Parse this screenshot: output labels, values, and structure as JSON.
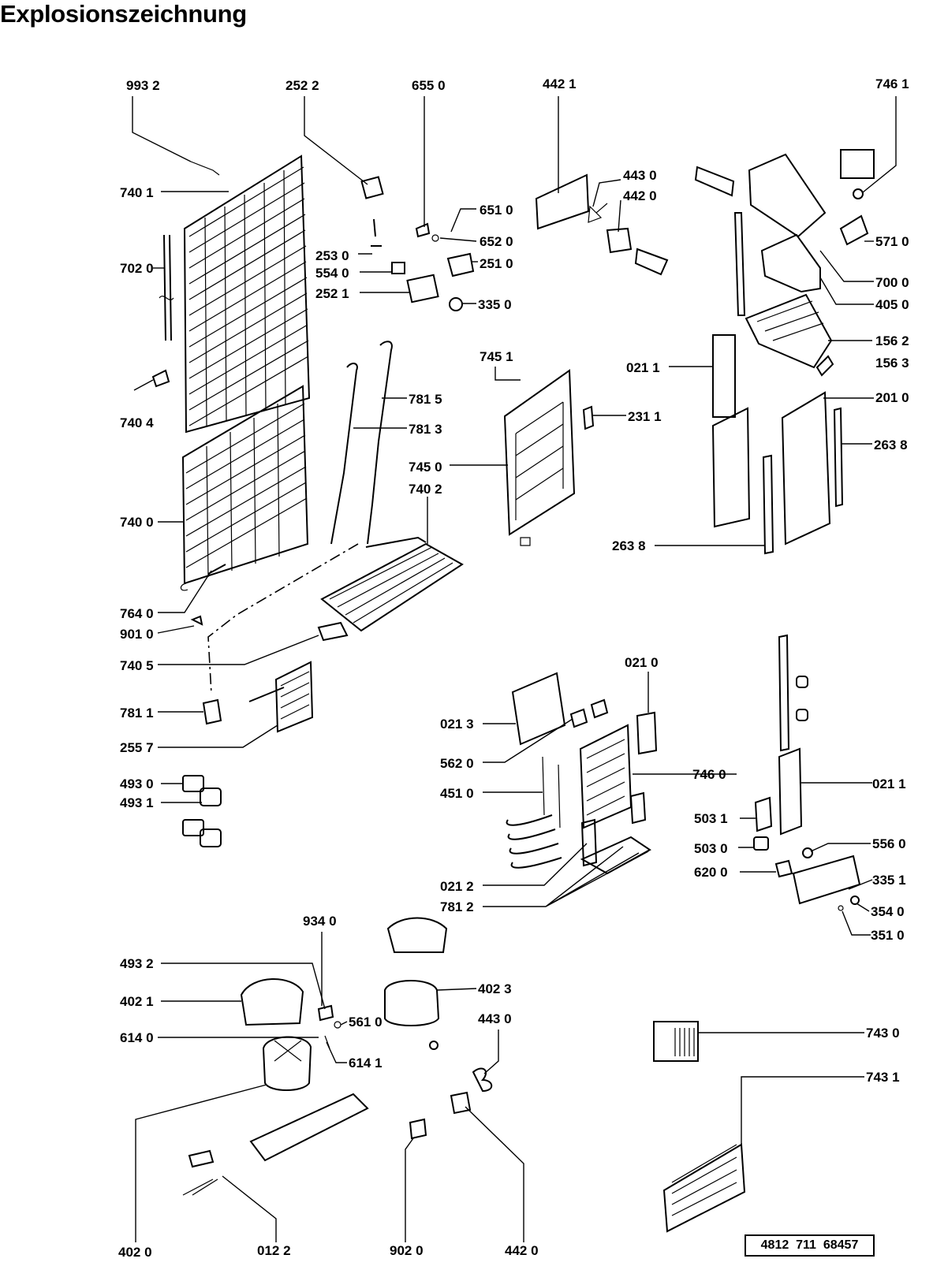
{
  "title": "Explosionszeichnung",
  "document_number": "4812  711  68457",
  "labels": [
    {
      "id": "9932",
      "text": "993 2"
    },
    {
      "id": "2522",
      "text": "252  2"
    },
    {
      "id": "6550",
      "text": "655  0"
    },
    {
      "id": "4421",
      "text": "442 1"
    },
    {
      "id": "7461",
      "text": "746 1"
    },
    {
      "id": "7401",
      "text": "740 1"
    },
    {
      "id": "4430a",
      "text": "443 0"
    },
    {
      "id": "4420a",
      "text": "442 0"
    },
    {
      "id": "6510",
      "text": "651 0"
    },
    {
      "id": "6520",
      "text": "652 0"
    },
    {
      "id": "5710",
      "text": "571 0"
    },
    {
      "id": "7020",
      "text": "702 0"
    },
    {
      "id": "2530",
      "text": "253  0"
    },
    {
      "id": "5540",
      "text": "554  0"
    },
    {
      "id": "2521",
      "text": "252  1"
    },
    {
      "id": "2510",
      "text": "251 0"
    },
    {
      "id": "3350",
      "text": "335 0"
    },
    {
      "id": "7000",
      "text": "700 0"
    },
    {
      "id": "4050",
      "text": "405 0"
    },
    {
      "id": "1562",
      "text": "156 2"
    },
    {
      "id": "1563",
      "text": "156 3"
    },
    {
      "id": "7451",
      "text": "745 1"
    },
    {
      "id": "0211a",
      "text": "021 1"
    },
    {
      "id": "7404",
      "text": "740  4"
    },
    {
      "id": "7815",
      "text": "781 5"
    },
    {
      "id": "7813",
      "text": "781 3"
    },
    {
      "id": "2311",
      "text": "231 1"
    },
    {
      "id": "2010",
      "text": "201 0"
    },
    {
      "id": "2638a",
      "text": "263 8"
    },
    {
      "id": "7450",
      "text": "745  0"
    },
    {
      "id": "7402",
      "text": "740  2"
    },
    {
      "id": "7400",
      "text": "740  0"
    },
    {
      "id": "2638b",
      "text": "263  8"
    },
    {
      "id": "7640",
      "text": "764 0"
    },
    {
      "id": "9010",
      "text": "901 0"
    },
    {
      "id": "7405",
      "text": "740 5"
    },
    {
      "id": "0210",
      "text": "021 0"
    },
    {
      "id": "7811",
      "text": "781 1"
    },
    {
      "id": "0213",
      "text": "021  3"
    },
    {
      "id": "2557",
      "text": "255 7"
    },
    {
      "id": "5620",
      "text": "562  0"
    },
    {
      "id": "7460",
      "text": "746  0"
    },
    {
      "id": "4930",
      "text": "493 0"
    },
    {
      "id": "4931",
      "text": "493 1"
    },
    {
      "id": "4510",
      "text": "451  0"
    },
    {
      "id": "0211b",
      "text": "021 1"
    },
    {
      "id": "5031",
      "text": "503 1"
    },
    {
      "id": "5030",
      "text": "503  0"
    },
    {
      "id": "5560",
      "text": "556 0"
    },
    {
      "id": "6200",
      "text": "620 0"
    },
    {
      "id": "0212",
      "text": "021 2"
    },
    {
      "id": "3351",
      "text": "335 1"
    },
    {
      "id": "7812",
      "text": "781 2"
    },
    {
      "id": "3540",
      "text": "354 0"
    },
    {
      "id": "3510",
      "text": "351 0"
    },
    {
      "id": "9340",
      "text": "934  0"
    },
    {
      "id": "4932",
      "text": "493 2"
    },
    {
      "id": "4023",
      "text": "402  3"
    },
    {
      "id": "4021",
      "text": "402 1"
    },
    {
      "id": "5610",
      "text": "561 0"
    },
    {
      "id": "4430b",
      "text": "443  0"
    },
    {
      "id": "6140",
      "text": "614 0"
    },
    {
      "id": "7430",
      "text": "743 0"
    },
    {
      "id": "6141",
      "text": "614  1"
    },
    {
      "id": "7431",
      "text": "743 1"
    },
    {
      "id": "4020",
      "text": "402  0"
    },
    {
      "id": "0122",
      "text": "012  2"
    },
    {
      "id": "9020",
      "text": "902  0"
    },
    {
      "id": "4420b",
      "text": "442  0"
    }
  ]
}
